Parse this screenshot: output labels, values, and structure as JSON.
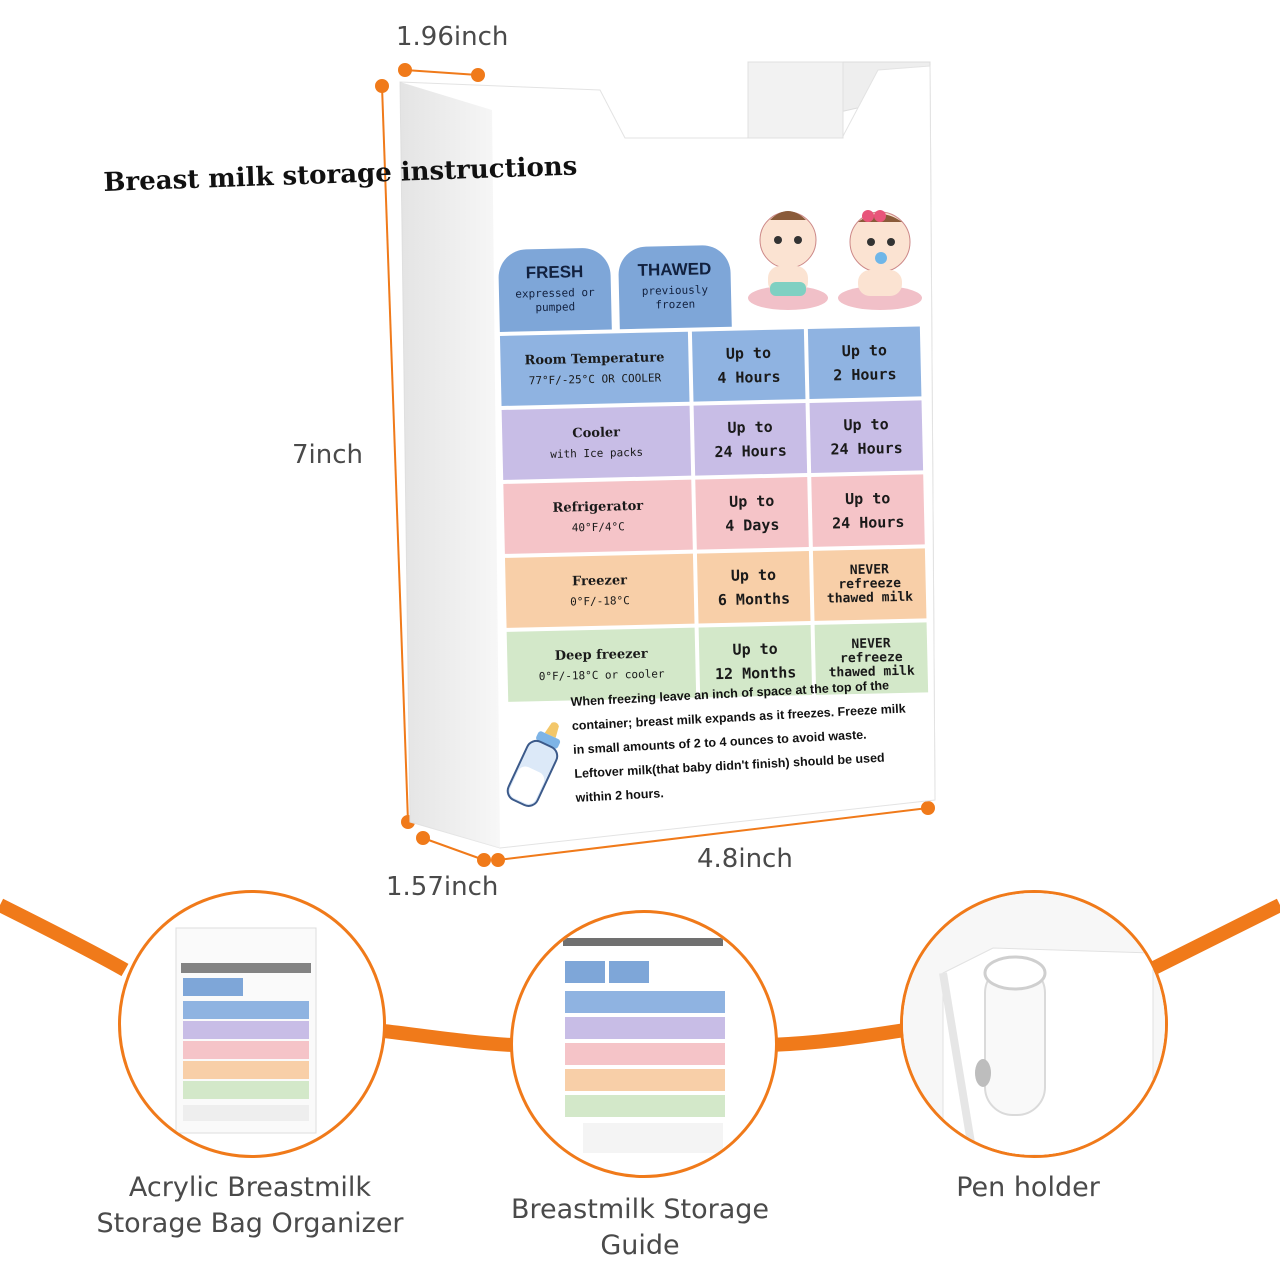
{
  "dimensions": {
    "depth": "1.96inch",
    "height": "7inch",
    "thickness": "1.57inch",
    "width": "4.8inch"
  },
  "card": {
    "title": "Breast milk storage  instructions",
    "headers": [
      {
        "big": "FRESH",
        "small": "expressed or pumped"
      },
      {
        "big": "THAWED",
        "small": "previously frozen"
      }
    ],
    "rows": [
      {
        "name": "Room Temperature",
        "sub": "77°F/-25°C OR COOLER",
        "fresh": [
          "Up to",
          "4 Hours"
        ],
        "thawed": [
          "Up to",
          "2 Hours"
        ],
        "color": "#8fb3e1"
      },
      {
        "name": "Cooler",
        "sub": "with Ice packs",
        "fresh": [
          "Up to",
          "24 Hours"
        ],
        "thawed": [
          "Up to",
          "24 Hours"
        ],
        "color": "#c8bde6"
      },
      {
        "name": "Refrigerator",
        "sub": "40°F/4°C",
        "fresh": [
          "Up to",
          "4 Days"
        ],
        "thawed": [
          "Up to",
          "24 Hours"
        ],
        "color": "#f5c4c8"
      },
      {
        "name": "Freezer",
        "sub": "0°F/-18°C",
        "fresh": [
          "Up to",
          "6 Months"
        ],
        "thawed": [
          "NEVER",
          "refreeze",
          "thawed milk"
        ],
        "color": "#f8cfa8"
      },
      {
        "name": "Deep freezer",
        "sub": "0°F/-18°C or cooler",
        "fresh": [
          "Up to",
          "12 Months"
        ],
        "thawed": [
          "NEVER",
          "refreeze",
          "thawed milk"
        ],
        "color": "#d3e8c9"
      }
    ],
    "note": "When freezing leave an inch of space at the top of the container; breast milk expands as it freezes. Freeze milk in small amounts of 2 to 4 ounces to avoid waste. Leftover milk(that baby didn't finish) should be used within 2 hours."
  },
  "features": [
    {
      "caption_1": "Acrylic Breastmilk",
      "caption_2": "Storage Bag Organizer"
    },
    {
      "caption_1": "Breastmilk Storage",
      "caption_2": "Guide"
    },
    {
      "caption_1": "Pen holder",
      "caption_2": ""
    }
  ],
  "colors": {
    "accent": "#f07a1a",
    "header_blue": "#7ea6d8"
  }
}
